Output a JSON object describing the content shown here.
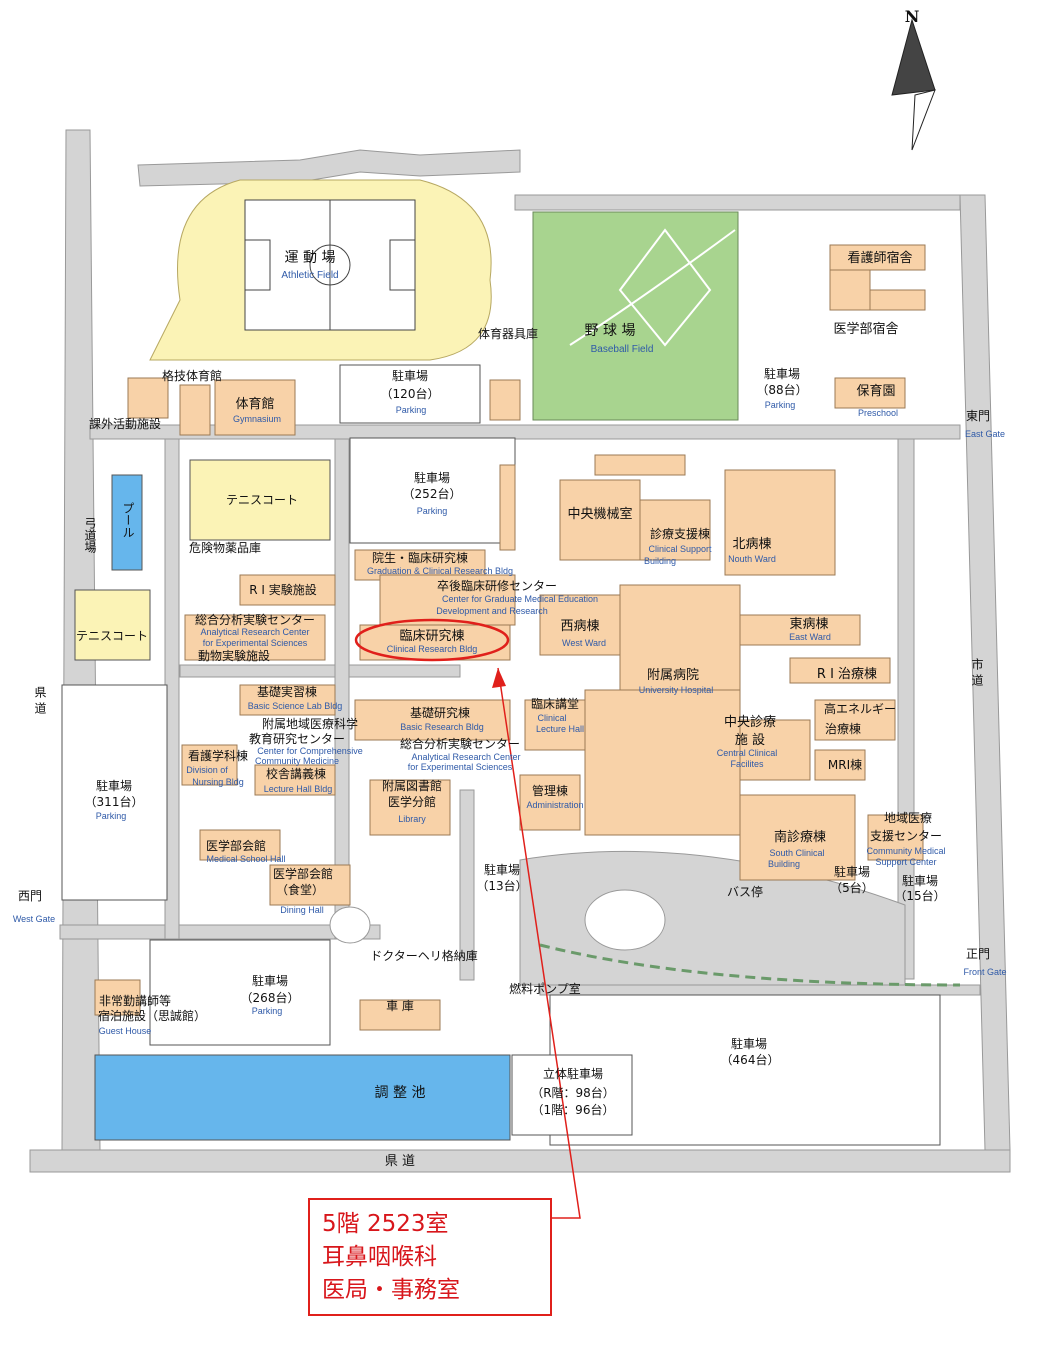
{
  "compass": {
    "label": "N"
  },
  "labels": [
    {
      "id": "athletic-ja",
      "text": "運 動 場"
    },
    {
      "id": "athletic-en",
      "text": "Athletic Field"
    },
    {
      "id": "baseball-ja",
      "text": "野 球 場"
    },
    {
      "id": "baseball-en",
      "text": "Baseball Field"
    },
    {
      "id": "equip-ja",
      "text": "体育器具庫"
    },
    {
      "id": "nurse-dorm-ja",
      "text": "看護師宿舎"
    },
    {
      "id": "med-dorm-ja",
      "text": "医学部宿舎"
    },
    {
      "id": "park88-ja",
      "text": "駐車場"
    },
    {
      "id": "park88-num",
      "text": "（88台）"
    },
    {
      "id": "park88-en",
      "text": "Parking"
    },
    {
      "id": "preschool-ja",
      "text": "保育園"
    },
    {
      "id": "preschool-en",
      "text": "Preschool"
    },
    {
      "id": "eastgate-ja",
      "text": "東門"
    },
    {
      "id": "eastgate-en",
      "text": "East Gate"
    },
    {
      "id": "martial-ja",
      "text": "格技体育館"
    },
    {
      "id": "gym-ja",
      "text": "体育館"
    },
    {
      "id": "gym-en",
      "text": "Gymnasium"
    },
    {
      "id": "park120-ja",
      "text": "駐車場"
    },
    {
      "id": "park120-num",
      "text": "（120台）"
    },
    {
      "id": "park120-en",
      "text": "Parking"
    },
    {
      "id": "extracur-ja",
      "text": "課外活動施設"
    },
    {
      "id": "tennis1-ja",
      "text": "テニスコート"
    },
    {
      "id": "park252-ja",
      "text": "駐車場"
    },
    {
      "id": "park252-num",
      "text": "（252台）"
    },
    {
      "id": "park252-en",
      "text": "Parking"
    },
    {
      "id": "pool-ja",
      "text": "プール"
    },
    {
      "id": "archery-ja",
      "text": "弓道場"
    },
    {
      "id": "hazard-ja",
      "text": "危険物薬品庫"
    },
    {
      "id": "mech-ja",
      "text": "中央機械室"
    },
    {
      "id": "clinsupport-ja",
      "text": "診療支援棟"
    },
    {
      "id": "clinsupport-en1",
      "text": "Clinical Support"
    },
    {
      "id": "clinsupport-en2",
      "text": "Building"
    },
    {
      "id": "north-ja",
      "text": "北病棟"
    },
    {
      "id": "north-en",
      "text": "Nouth Ward"
    },
    {
      "id": "grad-ja",
      "text": "院生・臨床研究棟"
    },
    {
      "id": "grad-en",
      "text": "Graduation & Clinical Research Bldg"
    },
    {
      "id": "ri-ja",
      "text": "R I 実験施設"
    },
    {
      "id": "postgrad-ja",
      "text": "卒後臨床研修センター"
    },
    {
      "id": "postgrad-en1",
      "text": "Center for Graduate Medical Education"
    },
    {
      "id": "postgrad-en2",
      "text": "Development and Research"
    },
    {
      "id": "tennis2-ja",
      "text": "テニスコート"
    },
    {
      "id": "analysis1-ja",
      "text": "総合分析実験センター"
    },
    {
      "id": "analysis1-en1",
      "text": "Analytical Research Center"
    },
    {
      "id": "analysis1-en2",
      "text": "for Experimental Sciences"
    },
    {
      "id": "clinres-ja",
      "text": "臨床研究棟"
    },
    {
      "id": "clinres-en",
      "text": "Clinical Research Bldg"
    },
    {
      "id": "west-ja",
      "text": "西病棟"
    },
    {
      "id": "west-en",
      "text": "West Ward"
    },
    {
      "id": "east-ja",
      "text": "東病棟"
    },
    {
      "id": "east-en",
      "text": "East Ward"
    },
    {
      "id": "animal-ja",
      "text": "動物実験施設"
    },
    {
      "id": "riclinic-ja",
      "text": "R I 治療棟"
    },
    {
      "id": "univhosp-ja",
      "text": "附属病院"
    },
    {
      "id": "univhosp-en",
      "text": "University Hospital"
    },
    {
      "id": "bsl-ja",
      "text": "基礎実習棟"
    },
    {
      "id": "bsl-en",
      "text": "Basic Science Lab Bldg"
    },
    {
      "id": "pref-road-w",
      "text": "県 道"
    },
    {
      "id": "city-road",
      "text": "市 道"
    },
    {
      "id": "comm-ja1",
      "text": "附属地域医療科学"
    },
    {
      "id": "comm-ja2",
      "text": "教育研究センター"
    },
    {
      "id": "comm-en1",
      "text": "Center for Comprehensive"
    },
    {
      "id": "comm-en2",
      "text": "Community Medicine"
    },
    {
      "id": "basicres-ja",
      "text": "基礎研究棟"
    },
    {
      "id": "basicres-en",
      "text": "Basic Research Bldg"
    },
    {
      "id": "clinlec-ja",
      "text": "臨床講堂"
    },
    {
      "id": "clinlec-en1",
      "text": "Clinical"
    },
    {
      "id": "clinlec-en2",
      "text": "Lecture Hall"
    },
    {
      "id": "highenergy-ja1",
      "text": "高エネルギー"
    },
    {
      "id": "highenergy-ja2",
      "text": "治療棟"
    },
    {
      "id": "nursing-ja",
      "text": "看護学科棟"
    },
    {
      "id": "nursing-en1",
      "text": "Division of"
    },
    {
      "id": "nursing-en2",
      "text": "Nursing Bldg"
    },
    {
      "id": "analysis2-ja",
      "text": "総合分析実験センター"
    },
    {
      "id": "analysis2-en1",
      "text": "Analytical Research Center"
    },
    {
      "id": "analysis2-en2",
      "text": "for Experimental Sciences"
    },
    {
      "id": "central-ja1",
      "text": "中央診療"
    },
    {
      "id": "central-ja2",
      "text": "施 設"
    },
    {
      "id": "central-en1",
      "text": "Central Clinical"
    },
    {
      "id": "central-en2",
      "text": "Facilites"
    },
    {
      "id": "lecture-ja",
      "text": "校舎講義棟"
    },
    {
      "id": "lecture-en",
      "text": "Lecture Hall Bldg"
    },
    {
      "id": "library-ja1",
      "text": "附属図書館"
    },
    {
      "id": "library-ja2",
      "text": "医学分館"
    },
    {
      "id": "library-en",
      "text": "Library"
    },
    {
      "id": "mri-ja",
      "text": "MRI棟"
    },
    {
      "id": "park31-ja",
      "text": "駐車場"
    },
    {
      "id": "park31-num",
      "text": "（311台）"
    },
    {
      "id": "park31-en",
      "text": "Parking"
    },
    {
      "id": "admin-ja",
      "text": "管理棟"
    },
    {
      "id": "admin-en",
      "text": "Administration"
    },
    {
      "id": "commsupport-ja1",
      "text": "地域医療"
    },
    {
      "id": "commsupport-ja2",
      "text": "支援センター"
    },
    {
      "id": "commsupport-en1",
      "text": "Community Medical"
    },
    {
      "id": "commsupport-en2",
      "text": "Support Center"
    },
    {
      "id": "south-ja",
      "text": "南診療棟"
    },
    {
      "id": "south-en1",
      "text": "South Clinical"
    },
    {
      "id": "south-en2",
      "text": "Building"
    },
    {
      "id": "schoolhall-ja",
      "text": "医学部会館"
    },
    {
      "id": "schoolhall-en",
      "text": "Medical School Hall"
    },
    {
      "id": "park13-ja",
      "text": "駐車場"
    },
    {
      "id": "park13-num",
      "text": "（13台）"
    },
    {
      "id": "park5-ja",
      "text": "駐車場"
    },
    {
      "id": "park5-num",
      "text": "（5台）"
    },
    {
      "id": "dining-ja1",
      "text": "医学部会館"
    },
    {
      "id": "dining-ja2",
      "text": "（食堂）"
    },
    {
      "id": "dining-en",
      "text": "Dining Hall"
    },
    {
      "id": "busstop-ja",
      "text": "バス停"
    },
    {
      "id": "park15-ja",
      "text": "駐車場"
    },
    {
      "id": "park15-num",
      "text": "（15台）"
    },
    {
      "id": "westgate-ja",
      "text": "西門"
    },
    {
      "id": "westgate-en",
      "text": "West Gate"
    },
    {
      "id": "heli-ja",
      "text": "ドクターヘリ格納庫"
    },
    {
      "id": "frontgate-ja",
      "text": "正門"
    },
    {
      "id": "frontgate-en",
      "text": "Front Gate"
    },
    {
      "id": "fuel-ja",
      "text": "燃料ポンプ室"
    },
    {
      "id": "park268-ja",
      "text": "駐車場"
    },
    {
      "id": "park268-num",
      "text": "（268台）"
    },
    {
      "id": "park268-en",
      "text": "Parking"
    },
    {
      "id": "guest-ja1",
      "text": "非常勤講師等"
    },
    {
      "id": "guest-ja2",
      "text": "宿泊施設（思誠館）"
    },
    {
      "id": "guest-en",
      "text": "Guest House"
    },
    {
      "id": "garage-ja",
      "text": "車 庫"
    },
    {
      "id": "park464-ja",
      "text": "駐車場"
    },
    {
      "id": "park464-num",
      "text": "（464台）"
    },
    {
      "id": "pond-ja",
      "text": "調 整 池"
    },
    {
      "id": "multi-ja",
      "text": "立体駐車場"
    },
    {
      "id": "multi-r",
      "text": "（R階：98台）"
    },
    {
      "id": "multi-1",
      "text": "（1階：96台）"
    },
    {
      "id": "pref-road-s",
      "text": "県 道"
    }
  ],
  "callout": {
    "line1": "5階 2523室",
    "line2": "耳鼻咽喉科",
    "line3": "医局・事務室"
  },
  "colors": {
    "building": "#f8d2a8",
    "building_edge": "#9b7a55",
    "road": "#d4d4d4",
    "baseball": "#a8d48f",
    "track": "#fbf3b6",
    "pool": "#66b6ec",
    "highlight": "#e0201b"
  }
}
